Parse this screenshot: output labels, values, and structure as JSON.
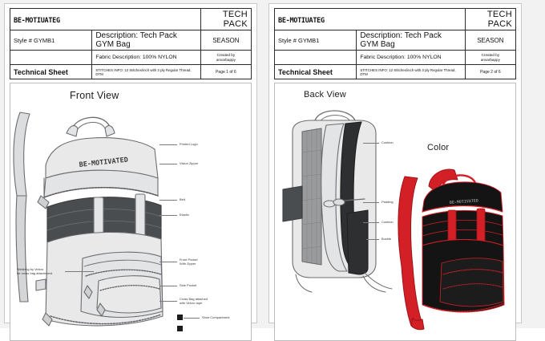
{
  "document": {
    "brand": "BE-MOTIUATEG",
    "tech_pack_label": "TECH PACK",
    "style_label": "Style # GYMB1",
    "description": "Description: Tech Pack GYM Bag",
    "season_label": "SEASON",
    "fabric_description": "Fabric Description: 100% NYLON",
    "created_by": "Created by\nanvarbappy",
    "technical_sheet_label": "Technical Sheet",
    "stitches_info": "STITCHES INFO: 12 Stitches/inch with 3 ply Regular Thread, DTM"
  },
  "sheets": [
    {
      "page_label": "Page 1 of 6",
      "view_title": "Front View",
      "bag_logo": "BE-MOTIVATED",
      "callouts": [
        {
          "label": "Printed Logo"
        },
        {
          "label": "Vislon Zipper"
        },
        {
          "label": "Belt"
        },
        {
          "label": "Elastic"
        },
        {
          "label": "Front Pocket\nWith Zipper"
        },
        {
          "label": "Side Pocket"
        },
        {
          "label": "Cross Bag attached\nwith Velcro tape"
        },
        {
          "label": "Shoe Compartment"
        },
        {
          "label": "Webbing by Velcro\nfor cross bag attachment."
        }
      ]
    },
    {
      "page_label": "Page 2 of 6",
      "view_title": "Back View",
      "color_title": "Color",
      "bag_logo": "BE-MOTIVATED",
      "callouts": [
        {
          "label": "Cushion"
        },
        {
          "label": "Padding"
        },
        {
          "label": "Cushion"
        },
        {
          "label": "Buckle"
        }
      ]
    }
  ],
  "colors": {
    "body_light": "#e9e9ea",
    "body_mid": "#d3d4d6",
    "belt_dark": "#4a4d50",
    "mesh_gray": "#9a9b9d",
    "outline": "#6b6d70",
    "color_black": "#141414",
    "color_red": "#d31f26",
    "swatch": "#1c1c1c"
  }
}
